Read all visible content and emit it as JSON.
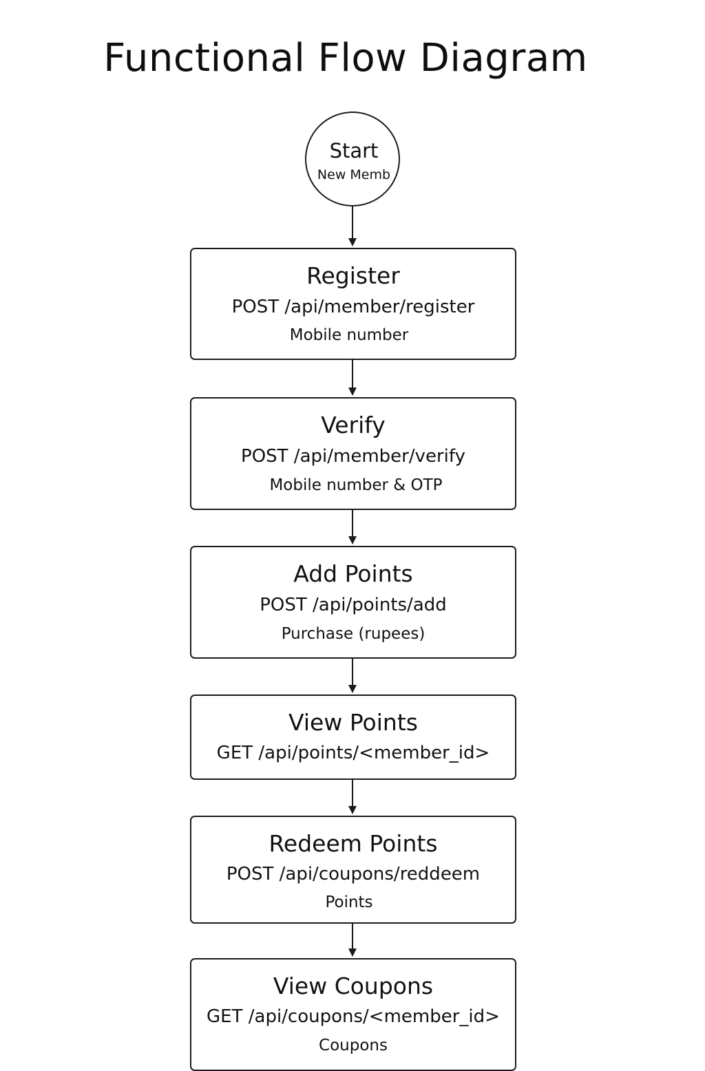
{
  "title": "Functional Flow Diagram",
  "start": {
    "label": "Start",
    "sub": "New Memb"
  },
  "steps": [
    {
      "title": "Register",
      "endpoint": "POST /api/member/register",
      "param": "Mobile number"
    },
    {
      "title": "Verify",
      "endpoint": "POST /api/member/verify",
      "param": "Mobile number & OTP"
    },
    {
      "title": "Add Points",
      "endpoint": "POST /api/points/add",
      "param": "Purchase (rupees)"
    },
    {
      "title": "View Points",
      "endpoint": "GET /api/points/<member_id>",
      "param": ""
    },
    {
      "title": "Redeem Points",
      "endpoint": "POST /api/coupons/reddeem",
      "param": "Points"
    },
    {
      "title": "View Coupons",
      "endpoint": "GET /api/coupons/<member_id>",
      "param": "Coupons"
    }
  ],
  "colors": {
    "stroke": "#1a1a1a",
    "background": "#ffffff",
    "text": "#111111"
  }
}
